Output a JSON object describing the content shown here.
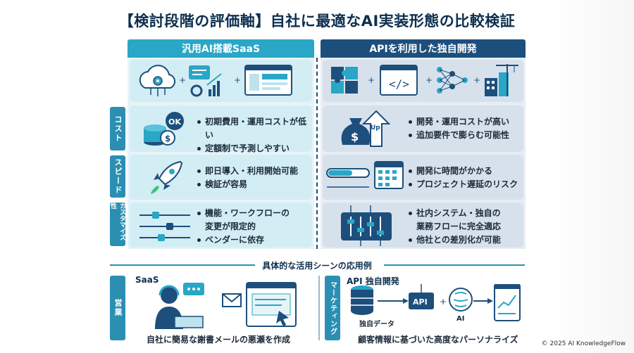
{
  "title": "【検討段階の評価軸】自社に最適なAI実装形態の比較検証",
  "columns": {
    "saas": "汎用AI搭載SaaS",
    "api": "APIを利用した独自開発"
  },
  "rows": {
    "cost": {
      "label": "コスト",
      "saas": [
        "初期費用・運用コストが低い",
        "定額制で予測しやすい"
      ],
      "api": [
        "開発・運用コストが高い",
        "追加要件で膨らむ可能性"
      ],
      "ok_badge": "OK",
      "up_badge": "Up"
    },
    "speed": {
      "label": "スピード",
      "saas": [
        "即日導入・利用開始可能",
        "検証が容易"
      ],
      "api": [
        "開発に時間がかかる",
        "プロジェクト遅延のリスク"
      ]
    },
    "custom": {
      "label": "カスタマイズ性",
      "saas_1a": "機能・ワークフローの",
      "saas_1b": "変更が限定的",
      "saas_2": "ベンダーに依存",
      "api_1a": "社内システム・独自の",
      "api_1b": "業務フローに完全適応",
      "api_2": "他社との差別化が可能"
    }
  },
  "usecase": {
    "title": "具体的な活用シーンの応用例",
    "sales_label": "営業",
    "marketing_label": "マーケティング",
    "saas_label": "SaaS",
    "api_label": "API 独自開発",
    "saas_caption": "自社に簡易な謝書メールの悪瀬を作成",
    "api_caption": "顧客情報に基づいた高度なパーソナライズ",
    "data_label": "独自データ",
    "api_box": "API",
    "ai_label": "AI"
  },
  "copyright": "© 2025 AI KnowledgeFlow"
}
